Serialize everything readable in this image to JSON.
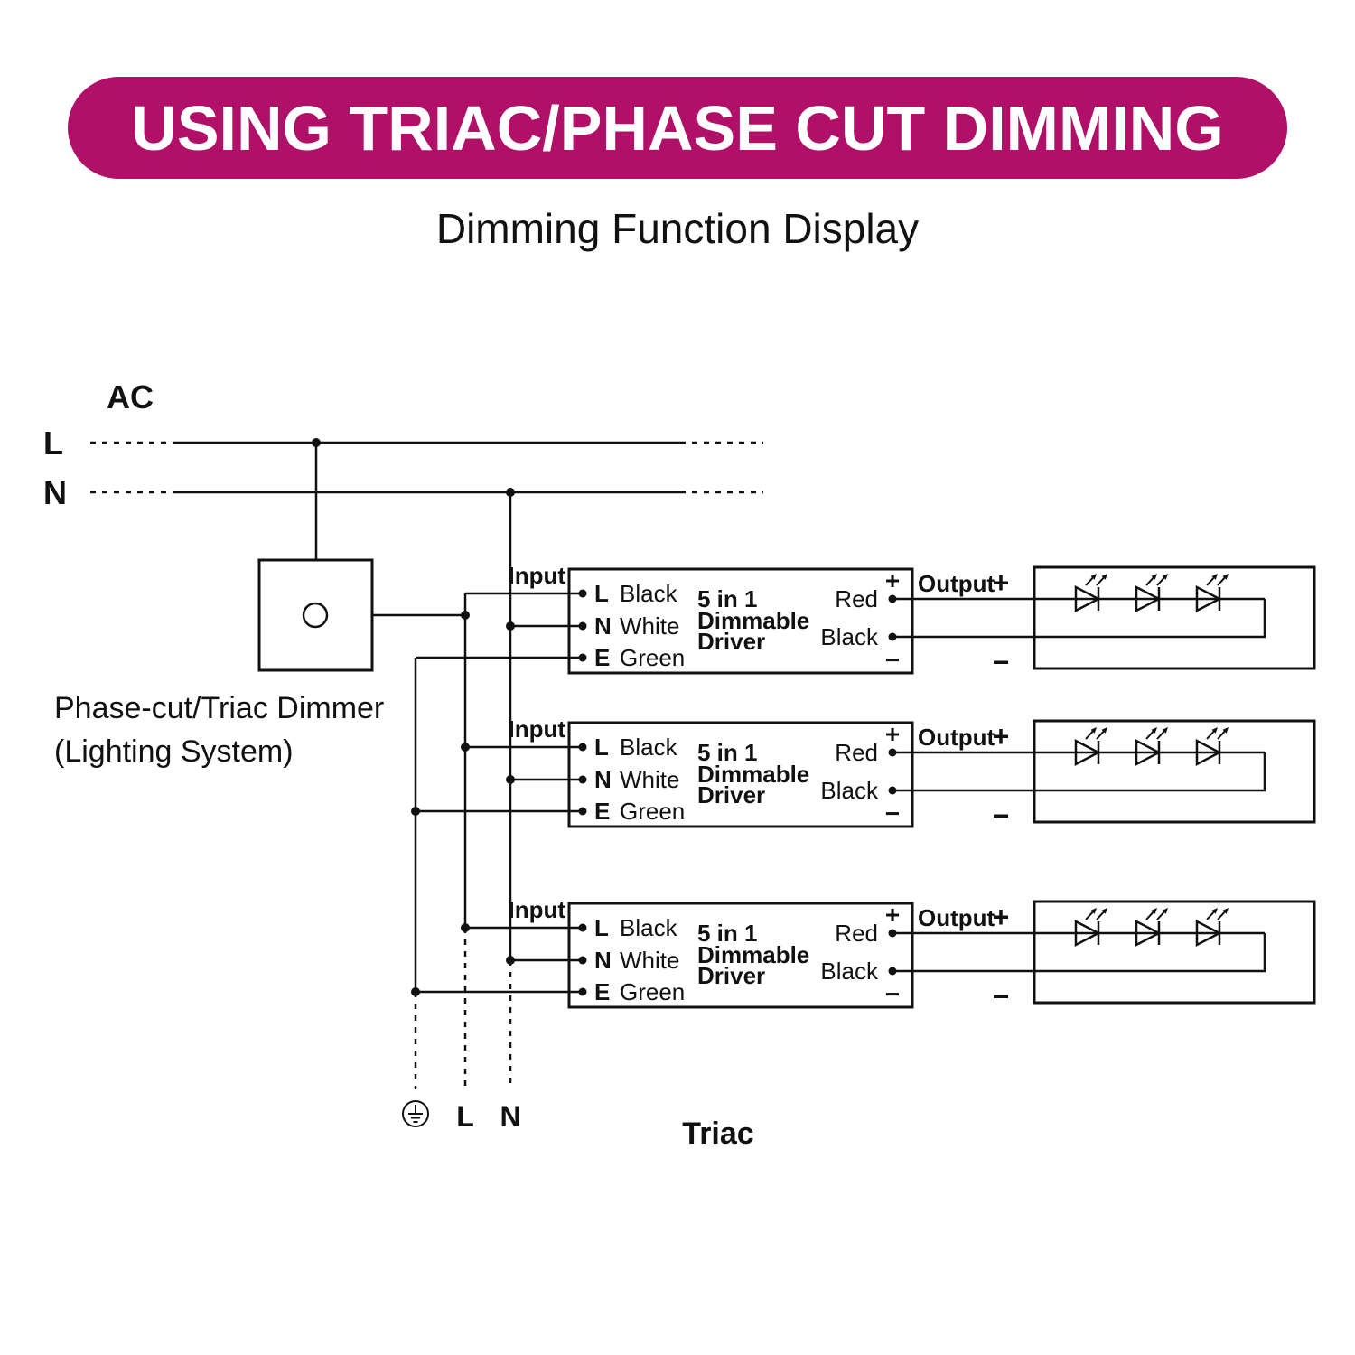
{
  "banner": {
    "title": "USING TRIAC/PHASE CUT DIMMING"
  },
  "subtitle": "Dimming Function Display",
  "colors": {
    "banner_background": "#B11069",
    "banner_text": "#FFFFFF",
    "diagram_line": "#111111"
  },
  "diagram": {
    "ac_label": "AC",
    "l_label": "L",
    "n_label": "N",
    "dimmer_caption_line1": "Phase-cut/Triac Dimmer",
    "dimmer_caption_line2": "(Lighting System)",
    "input_label": "Input",
    "output_label": "Output",
    "plus": "+",
    "minus": "−",
    "driver": {
      "pin_l": "L",
      "pin_l_wire": "Black",
      "pin_n": "N",
      "pin_n_wire": "White",
      "pin_e": "E",
      "pin_e_wire": "Green",
      "title_line1": "5 in 1",
      "title_line2": "Dimmable",
      "title_line3": "Driver",
      "out_pos": "Red",
      "out_neg": "Black",
      "plus": "+",
      "minus": "−"
    },
    "bottom": {
      "l_label": "L",
      "n_label": "N",
      "triac_label": "Triac"
    }
  }
}
